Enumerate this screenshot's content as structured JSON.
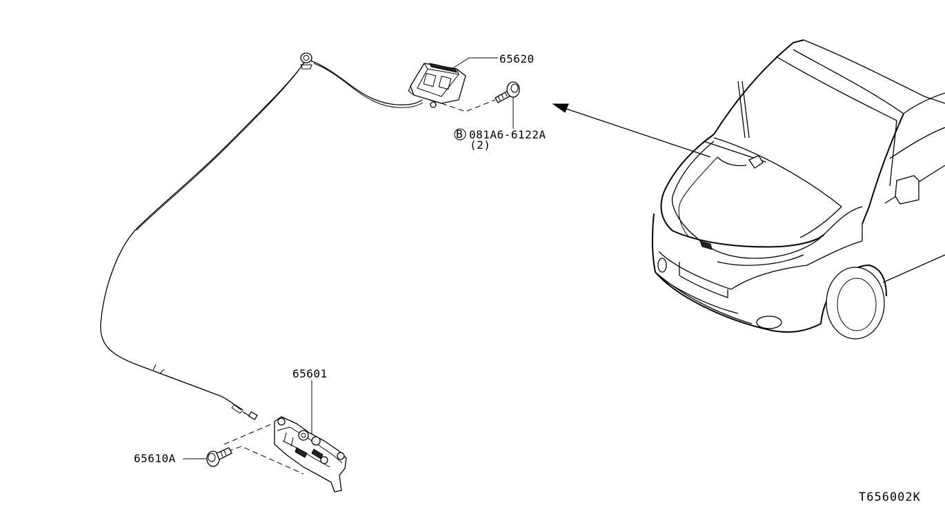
{
  "diagram": {
    "reference_code": "T656002K",
    "parts": [
      {
        "id": "hood_lock_control",
        "label": "65620"
      },
      {
        "id": "bolt",
        "label": "081A6-6122A",
        "qty": "(2)",
        "symbol": "B"
      },
      {
        "id": "hood_lock",
        "label": "65601"
      },
      {
        "id": "lock_bolt",
        "label": "65610A"
      }
    ]
  }
}
